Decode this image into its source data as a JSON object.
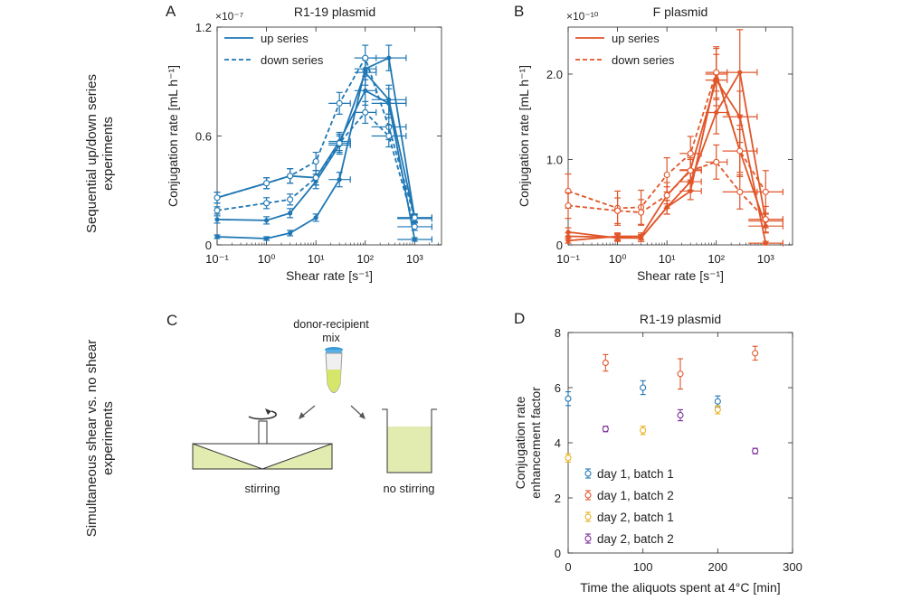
{
  "row_labels": {
    "top": [
      "Sequential up/down series",
      "experiments"
    ],
    "bottom": [
      "Simultaneous shear vs. no shear",
      "experiments"
    ]
  },
  "colors": {
    "blue": "#1f77b4",
    "orange": "#e0562a",
    "yellow": "#e8b020",
    "purple": "#7a2e9a",
    "liquid": "#e3ecb0",
    "tube": "#d5e66a",
    "cap": "#3b9bd8"
  },
  "panel_c": {
    "letter": "C",
    "mix_label_1": "donor-recipient",
    "mix_label_2": "mix",
    "stirring_label": "stirring",
    "no_stirring_label": "no stirring",
    "icons": [
      "tube-icon",
      "stirrer-icon",
      "rotation-arrow-icon",
      "beaker-icon"
    ]
  },
  "chart_data": [
    {
      "panel": "A",
      "type": "line",
      "title": "R1-19 plasmid",
      "xlabel": "Shear rate [s⁻¹]",
      "ylabel": "Conjugation rate [mL h⁻¹]",
      "xscale": "log",
      "xlim": [
        0.1,
        3500
      ],
      "xticks": [
        0.1,
        1,
        10,
        100,
        1000
      ],
      "xtick_labels": [
        "10⁻¹",
        "10⁰",
        "10¹",
        "10²",
        "10³"
      ],
      "ylim": [
        0,
        1.2e-07
      ],
      "yticks": [
        0,
        6e-08,
        1.2e-07
      ],
      "ytick_labels": [
        "0",
        "0.6",
        "1.2"
      ],
      "exponent_label": "×10⁻⁷",
      "legend": {
        "position": "top-left",
        "entries": [
          {
            "label": "up series",
            "style": "solid"
          },
          {
            "label": "down series",
            "style": "dashed"
          }
        ]
      },
      "series": [
        {
          "name": "up series",
          "style": "solid",
          "marker": "dot",
          "x": [
            0.1,
            1,
            3,
            10,
            30,
            100,
            300,
            1000
          ],
          "y": [
            4.5e-09,
            3.5e-09,
            6.5e-09,
            1.5e-08,
            3.6e-08,
            9.7e-08,
            1.03e-07,
            1.5e-08
          ],
          "err": [
            1e-09,
            1e-09,
            1.5e-09,
            2e-09,
            4e-09,
            6e-09,
            7e-09,
            2e-09
          ]
        },
        {
          "name": "up series",
          "style": "solid",
          "marker": "dot",
          "x": [
            0.1,
            1,
            3,
            10,
            30,
            100,
            300,
            1000
          ],
          "y": [
            1.4e-08,
            1.35e-08,
            1.75e-08,
            3.5e-08,
            5.5e-08,
            9.5e-08,
            8e-08,
            1.45e-08
          ],
          "err": [
            2e-09,
            2e-09,
            2.5e-09,
            4e-09,
            5e-09,
            7e-09,
            8e-09,
            2e-09
          ]
        },
        {
          "name": "up series",
          "style": "solid",
          "marker": "dot",
          "x": [
            0.1,
            1,
            3,
            10,
            30,
            100,
            300,
            1000
          ],
          "y": [
            2.6e-08,
            3.4e-08,
            3.8e-08,
            3.7e-08,
            5.7e-08,
            8.5e-08,
            7.8e-08,
            3e-09
          ],
          "err": [
            3e-09,
            3e-09,
            4e-09,
            4e-09,
            5e-09,
            8e-09,
            8e-09,
            1e-09
          ]
        },
        {
          "name": "down series",
          "style": "dashed",
          "marker": "circle",
          "x": [
            0.1,
            1,
            3,
            10,
            30,
            100,
            300,
            1000
          ],
          "y": [
            2.6e-08,
            3.4e-08,
            3.8e-08,
            4.6e-08,
            7.8e-08,
            1.03e-07,
            6.5e-08,
            1.5e-08
          ],
          "err": [
            3e-09,
            3e-09,
            4e-09,
            5e-09,
            6e-09,
            7e-09,
            7e-09,
            2e-09
          ]
        },
        {
          "name": "down series",
          "style": "dashed",
          "marker": "circle",
          "x": [
            0.1,
            1,
            3,
            10,
            30,
            100,
            300,
            1000
          ],
          "y": [
            1.9e-08,
            2.3e-08,
            2.5e-08,
            3.7e-08,
            5.6e-08,
            7.3e-08,
            6e-08,
            1e-08
          ],
          "err": [
            2e-09,
            3e-09,
            3e-09,
            4e-09,
            5e-09,
            6e-09,
            6e-09,
            2e-09
          ]
        }
      ]
    },
    {
      "panel": "B",
      "type": "line",
      "title": "F plasmid",
      "xlabel": "Shear rate [s⁻¹]",
      "ylabel": "Conjugation rate [mL h⁻¹]",
      "xscale": "log",
      "xlim": [
        0.1,
        3500
      ],
      "xticks": [
        0.1,
        1,
        10,
        100,
        1000
      ],
      "xtick_labels": [
        "10⁻¹",
        "10⁰",
        "10¹",
        "10²",
        "10³"
      ],
      "ylim": [
        0,
        2.55e-10
      ],
      "yticks": [
        0,
        1e-10,
        2e-10
      ],
      "ytick_labels": [
        "0",
        "1.0",
        "2.0"
      ],
      "exponent_label": "×10⁻¹⁰",
      "legend": {
        "position": "top-left",
        "entries": [
          {
            "label": "up series",
            "style": "solid"
          },
          {
            "label": "down series",
            "style": "dashed"
          }
        ]
      },
      "series": [
        {
          "name": "up series",
          "style": "solid",
          "marker": "dot",
          "x": [
            0.1,
            1,
            3,
            10,
            30,
            100,
            300,
            1000
          ],
          "y": [
            1.5e-11,
            8e-12,
            8e-12,
            4.4e-11,
            6.3e-11,
            2e-10,
            1.1e-10,
            2.2e-11
          ],
          "err": [
            5e-12,
            4e-12,
            4e-12,
            8e-12,
            1e-11,
            3e-11,
            2.5e-11,
            8e-12
          ]
        },
        {
          "name": "up series",
          "style": "solid",
          "marker": "dot",
          "x": [
            0.1,
            1,
            3,
            10,
            30,
            100,
            300,
            1000
          ],
          "y": [
            5e-12,
            1e-11,
            1e-11,
            5.8e-11,
            8.8e-11,
            1.93e-10,
            1.5e-10,
            2e-12
          ],
          "err": [
            3e-12,
            4e-12,
            4e-12,
            1e-11,
            1.2e-11,
            3e-11,
            3e-11,
            2e-12
          ]
        },
        {
          "name": "up series",
          "style": "solid",
          "marker": "dot",
          "x": [
            0.1,
            1,
            3,
            10,
            30,
            100,
            300,
            1000
          ],
          "y": [
            1e-11,
            9e-12,
            8e-12,
            4.4e-11,
            7.4e-11,
            1.55e-10,
            2.02e-10,
            2.8e-11
          ],
          "err": [
            4e-12,
            4e-12,
            4e-12,
            8e-12,
            1e-11,
            2.5e-11,
            5e-11,
            8e-12
          ]
        },
        {
          "name": "down series",
          "style": "dashed",
          "marker": "circle",
          "x": [
            0.1,
            1,
            3,
            10,
            30,
            100,
            300,
            1000
          ],
          "y": [
            6.3e-11,
            4.3e-11,
            4.4e-11,
            8.2e-11,
            1.07e-10,
            2.02e-10,
            1.1e-10,
            6.2e-11
          ],
          "err": [
            2e-11,
            2e-11,
            2e-11,
            2e-11,
            2e-11,
            3e-11,
            3e-11,
            2.5e-11
          ]
        },
        {
          "name": "down series",
          "style": "dashed",
          "marker": "circle",
          "x": [
            0.1,
            1,
            3,
            10,
            30,
            100,
            300,
            1000
          ],
          "y": [
            4.6e-11,
            4e-11,
            3.8e-11,
            5.8e-11,
            8.7e-11,
            9.7e-11,
            6.2e-11,
            3e-11
          ],
          "err": [
            1.5e-11,
            1.5e-11,
            1.5e-11,
            1.5e-11,
            1.5e-11,
            2e-11,
            2e-11,
            1.5e-11
          ]
        }
      ]
    },
    {
      "panel": "D",
      "type": "scatter",
      "title": "R1-19 plasmid",
      "xlabel": "Time the aliquots spent at 4°C [min]",
      "ylabel_lines": [
        "Conjugation rate",
        "enhancement factor"
      ],
      "xlim": [
        0,
        300
      ],
      "xticks": [
        0,
        100,
        200,
        300
      ],
      "ylim": [
        0,
        8
      ],
      "yticks": [
        0,
        2,
        4,
        6,
        8
      ],
      "legend": {
        "position": "bottom-left"
      },
      "series": [
        {
          "name": "day 1, batch 1",
          "color": "#1f77b4",
          "x": [
            0,
            100,
            200
          ],
          "y": [
            5.6,
            6.0,
            5.5
          ],
          "err": [
            0.25,
            0.25,
            0.2
          ]
        },
        {
          "name": "day 1, batch 2",
          "color": "#e0562a",
          "x": [
            50,
            150,
            250
          ],
          "y": [
            6.9,
            6.5,
            7.25
          ],
          "err": [
            0.3,
            0.55,
            0.25
          ]
        },
        {
          "name": "day 2, batch 1",
          "color": "#e8b020",
          "x": [
            0,
            100,
            200
          ],
          "y": [
            3.45,
            4.45,
            5.2
          ],
          "err": [
            0.15,
            0.15,
            0.15
          ]
        },
        {
          "name": "day 2, batch 2",
          "color": "#7a2e9a",
          "x": [
            50,
            150,
            250
          ],
          "y": [
            4.5,
            5.0,
            3.7
          ],
          "err": [
            0.1,
            0.2,
            0.1
          ]
        }
      ]
    }
  ]
}
